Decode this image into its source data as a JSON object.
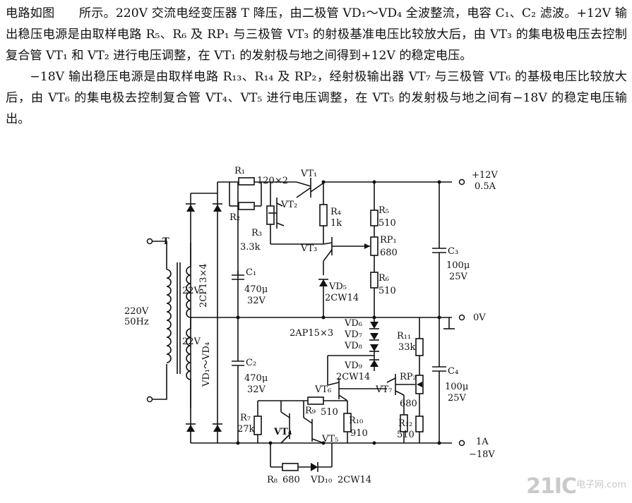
{
  "paragraphs": [
    "电路如图　　所示。220V 交流电经变压器 T 降压，由二极管 VD₁～VD₄ 全波整流，电容 C₁、C₂ 滤波。+12V 输出稳压电源是由取样电路 R₅、R₆ 及 RP₁ 与三极管 VT₃ 的射极基准电压比较放大后，由 VT₃ 的集电极电压去控制复合管 VT₁ 和 VT₂ 进行电压调整，在 VT₁ 的发射极与地之间得到+12V 的稳定电压。",
    "−18V 输出稳压电源是由取样电路 R₁₃、R₁₄ 及 RP₂，经射极输出器 VT₇ 与三极管 VT₆ 的基极电压比较放大后，由 VT₆ 的集电极去控制复合管 VT₄、VT₅ 进行电压调整，在 VT₅ 的发射极与地之间有−18V 的稳定电压输出。"
  ],
  "schematic": {
    "transformer": "T",
    "input": "220V",
    "input_freq": "50Hz",
    "sec_top": "22V",
    "sec_bot": "22V",
    "rect_top": "2CP13×4",
    "rect_bot": "VD₁～VD₄",
    "r1": "R₁",
    "r1_val": "120×2",
    "r2": "R₂",
    "r3": "R₃",
    "r3_val": "3.3k",
    "vt1": "VT₁",
    "vt2": "VT₂",
    "vt3": "VT₃",
    "r4": "R₄",
    "r4_val": "1k",
    "r5": "R₅",
    "r5_val": "510",
    "rp1": "RP₁",
    "rp1_val": "680",
    "r6": "R₆",
    "r6_val": "510",
    "c1": "C₁",
    "c1_val": "470μ",
    "c1_v": "32V",
    "vd5": "VD₅",
    "vd5_type": "2CW14",
    "c3": "C₃",
    "c3_val": "100μ",
    "c3_v": "25V",
    "out_pos": "+12V",
    "out_pos_i": "0.5A",
    "out_zero": "0V",
    "diode_str": "2AP15×3",
    "vd6": "VD₆",
    "vd7": "VD₇",
    "vd8": "VD₈",
    "vd9": "VD₉",
    "vd9_type": "2CW14",
    "r11": "R₁₁",
    "r11_val": "33k",
    "c2": "C₂",
    "c2_val": "470μ",
    "c2_v": "32V",
    "vt6": "VT₆",
    "vt7": "VT₇",
    "rp2": "RP₂",
    "rp2_val": "680",
    "c4": "C₄",
    "c4_val": "100μ",
    "c4_v": "25V",
    "r7": "R₇",
    "r7_val": "27k",
    "r9": "R₉",
    "r9_val": "510",
    "r10": "R₁₀",
    "r10_val": "910",
    "r12": "R₁₂",
    "r12_val": "510",
    "vt4": "VT₄",
    "vt5": "VT₅",
    "out_neg_i": "1A",
    "out_neg": "−18V",
    "r8": "R₈",
    "r8_val": "680",
    "vd10": "VD₁₀",
    "vd10_type": "2CW14"
  },
  "watermark": {
    "brand": "21IC",
    "site": "电子网",
    "domain": ".com"
  }
}
